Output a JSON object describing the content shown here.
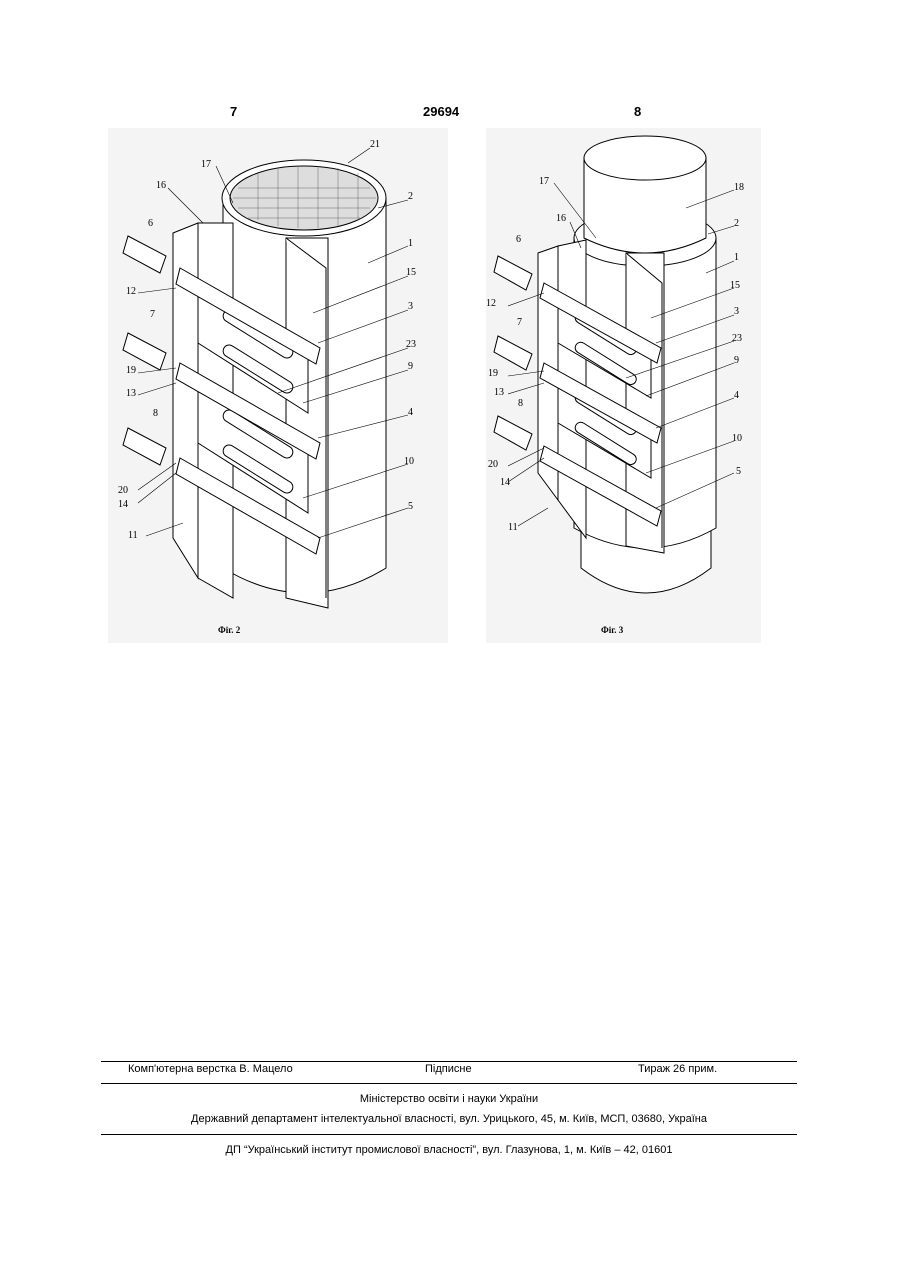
{
  "header": {
    "left_page": "7",
    "patent_number": "29694",
    "right_page": "8"
  },
  "figure2": {
    "caption": "Фіг. 2",
    "labels": [
      "21",
      "17",
      "16",
      "2",
      "6",
      "1",
      "15",
      "12",
      "3",
      "7",
      "23",
      "9",
      "19",
      "13",
      "4",
      "8",
      "10",
      "20",
      "14",
      "5",
      "11"
    ]
  },
  "figure3": {
    "caption": "Фіг. 3",
    "labels": [
      "17",
      "18",
      "16",
      "2",
      "6",
      "1",
      "15",
      "12",
      "3",
      "7",
      "23",
      "9",
      "19",
      "13",
      "4",
      "8",
      "10",
      "20",
      "14",
      "5",
      "11"
    ]
  },
  "footer": {
    "layout": "Комп'ютерна верстка В. Мацело",
    "signed": "Підписне",
    "circulation": "Тираж 26 прим.",
    "ministry": "Міністерство освіти і науки України",
    "department": "Державний департамент інтелектуальної власності, вул. Урицького, 45, м. Київ, МСП, 03680, Україна",
    "institute": "ДП “Український інститут промислової власності”, вул. Глазунова, 1, м. Київ – 42, 01601"
  }
}
